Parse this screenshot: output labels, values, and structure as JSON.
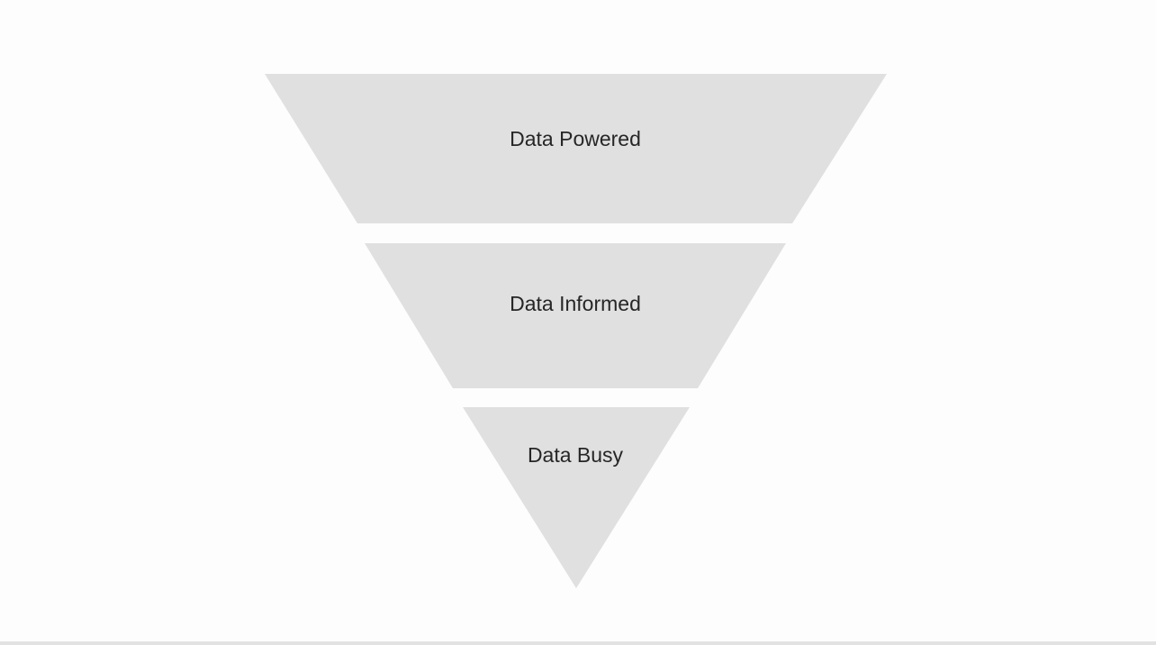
{
  "diagram": {
    "type": "inverted-pyramid",
    "fill_color": "#e0e0e0",
    "text_color": "#262626",
    "levels": [
      {
        "label": "Data Powered"
      },
      {
        "label": "Data Informed"
      },
      {
        "label": "Data Busy"
      }
    ]
  }
}
